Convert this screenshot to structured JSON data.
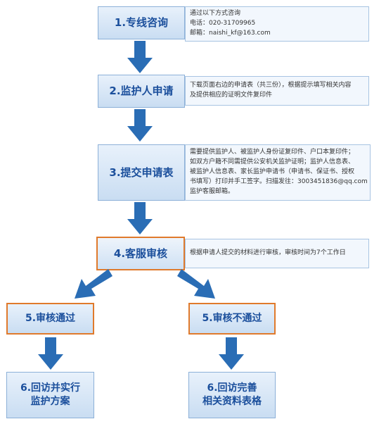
{
  "steps": {
    "s1": {
      "label": "1.专线咨询"
    },
    "s2": {
      "label": "2.监护人申请"
    },
    "s3": {
      "label": "3.提交申请表"
    },
    "s4": {
      "label": "4.客服审核"
    },
    "s5a": {
      "label": "5.审核通过"
    },
    "s5b": {
      "label": "5.审核不通过"
    },
    "s6a": {
      "line1": "6.回访并实行",
      "line2": "监护方案"
    },
    "s6b": {
      "line1": "6.回访完善",
      "line2": "相关资料表格"
    }
  },
  "descriptions": {
    "d1": [
      "通过以下方式咨询",
      "电话：020-31709965",
      "邮箱：naishi_kf@163.com"
    ],
    "d2": [
      "下载页面右边的申请表（共三份），根据提示填写相关内容",
      "及提供相应的证明文件复印件"
    ],
    "d3": [
      "需要提供监护人、被监护人身份证复印件、户口本复印件；",
      "如双方户籍不同需提供公安机关监护证明；监护人信息表、",
      "被监护人信息表、家长监护申请书（申请书、保证书、授权",
      "书填写）打印并手工签字。扫描发往：3003451836@qq.com",
      "监护客服邮箱。"
    ],
    "d4": [
      "根据申请人提交的材料进行审核，审核时间为7个工作日"
    ]
  },
  "colors": {
    "arrow": "#2a6db5",
    "highlight_border": "#e07a2c",
    "box_text": "#1b4f9c"
  },
  "icons": {
    "arrow": "arrow-down-icon"
  }
}
